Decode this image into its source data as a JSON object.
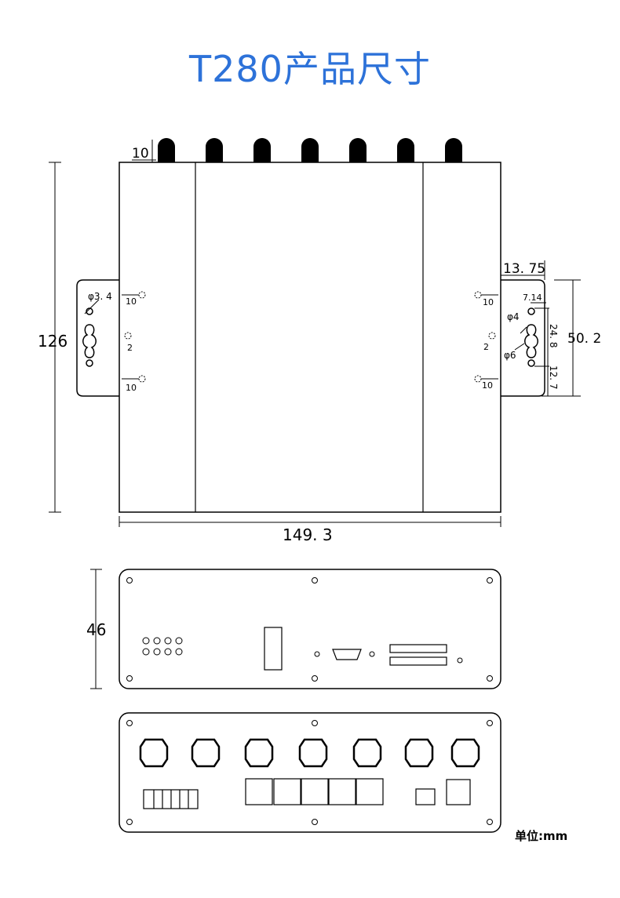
{
  "title": "T280产品尺寸",
  "unit_note": "单位:mm",
  "top_view": {
    "antenna_height": "10",
    "height": "126",
    "width": "149. 3",
    "left_hole": "φ3. 4",
    "left_dims": [
      "10",
      "2",
      "10"
    ],
    "right_dims": [
      "10",
      "2",
      "10"
    ],
    "bracket_width": "13. 75",
    "small_offset": "7.14",
    "hole_small": "φ4",
    "hole_large": "φ6",
    "hole_spacing": "24. 8",
    "slot_offset": "12. 7",
    "bracket_height": "50. 2"
  },
  "front_view": {
    "height": "46"
  }
}
